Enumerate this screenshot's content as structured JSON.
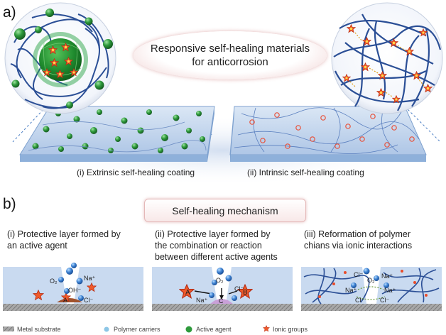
{
  "part_a": {
    "label": "a)",
    "title_line1": "Responsive self-healing materials",
    "title_line2": "for anticorrosion",
    "caption_left": "(i) Extrinsic self-healing coating",
    "caption_right": "(ii) Intrinsic self-healing coating"
  },
  "part_b": {
    "label": "b)",
    "title": "Self-healing mechanism",
    "columns": [
      {
        "line1": "(i) Protective layer formed by",
        "line2": "an active agent",
        "line3": ""
      },
      {
        "line1": "(ii) Protective layer formed by",
        "line2": "the combination or reaction",
        "line3": "between different active agents"
      },
      {
        "line1": "(iii) Reformation of polymer",
        "line2": "chians via ionic interactions",
        "line3": ""
      }
    ]
  },
  "panel_labels": {
    "p1": {
      "o2": "O₂",
      "na": "Na⁺",
      "oh": "OH⁻",
      "a": "A",
      "cl": "Cl⁻"
    },
    "p2": {
      "o2": "O₂",
      "a": "A",
      "b": "B",
      "c": "C",
      "na": "Na⁺",
      "cl": "Cl⁻"
    },
    "p3": {
      "cl1": "Cl⁻",
      "o2": "O₂",
      "na1": "Na⁺",
      "na2": "Na⁺",
      "na3": "Na⁺",
      "cl2": "Cl⁻",
      "cl3": "Cl⁻"
    }
  },
  "legend": {
    "metal": "Metal substrate",
    "polymer": "Polymer carriers",
    "agent": "Active agent",
    "ionic": "Ionic groups"
  },
  "colors": {
    "chain": "#2b4f96",
    "sphere": "#2e9a3c",
    "star": "#e84c2a",
    "coating": "#b9cfe9",
    "metal": "#9a9a9a",
    "ion": "#3a7fd0"
  }
}
